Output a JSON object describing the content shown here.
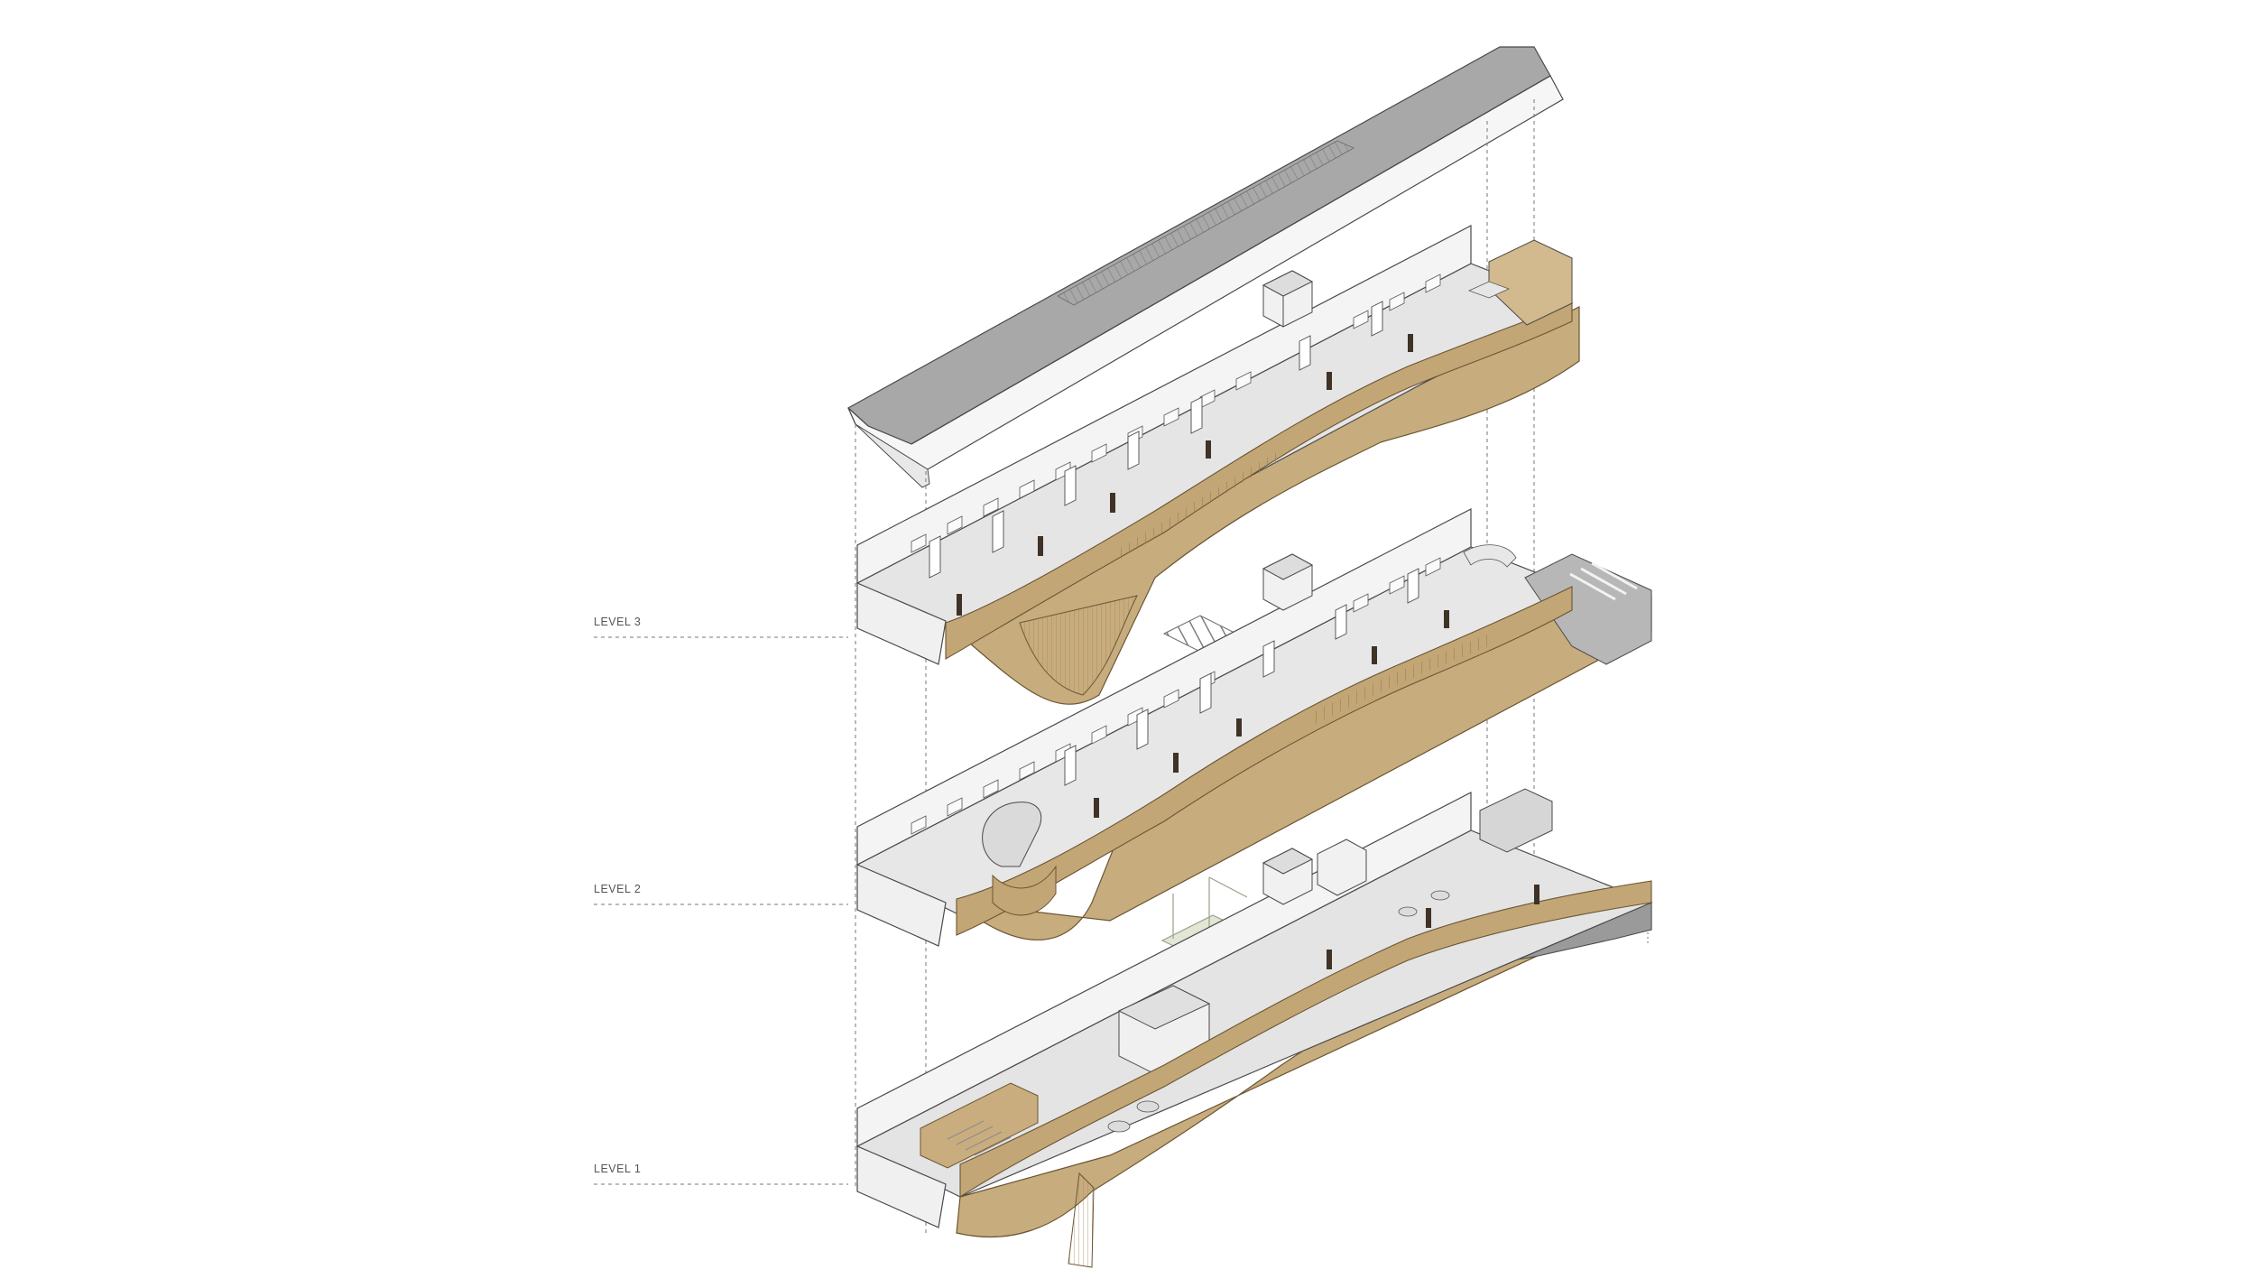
{
  "levels": [
    {
      "label": "LEVEL 3"
    },
    {
      "label": "LEVEL 2"
    },
    {
      "label": "LEVEL 1"
    }
  ],
  "colors": {
    "background": "#ffffff",
    "timber": "#c7ac7d",
    "timber_dark": "#8e7349",
    "timber_side": "#b29463",
    "wall_light": "#f2f2f2",
    "wall_grey": "#d6d6d6",
    "floor_grey": "#b9b9b9",
    "roof_grey": "#a9a9a9",
    "roof_light": "#dcdcdc",
    "line": "#4a4a4a",
    "dim_line": "#777777",
    "pale_green": "#e2e6d4"
  },
  "icons": {
    "roof": "gable-roof",
    "stair": "staircase",
    "lift": "lift-core"
  }
}
